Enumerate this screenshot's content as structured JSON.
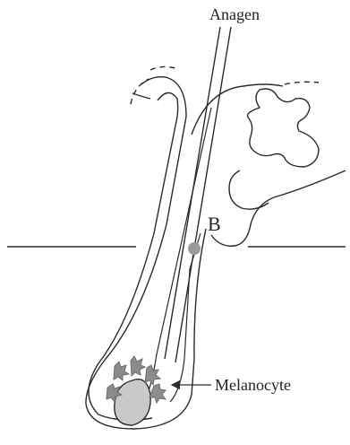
{
  "diagram": {
    "stage_label": "Anagen",
    "bulge_label": "B",
    "cell_label": "Melanocyte"
  },
  "colors": {
    "line": "#2a2a2a",
    "papilla_fill": "#c9c9c9",
    "bulge_dot": "#9a9a9a",
    "melanocyte": "#8c8c8c",
    "background": "#ffffff"
  }
}
